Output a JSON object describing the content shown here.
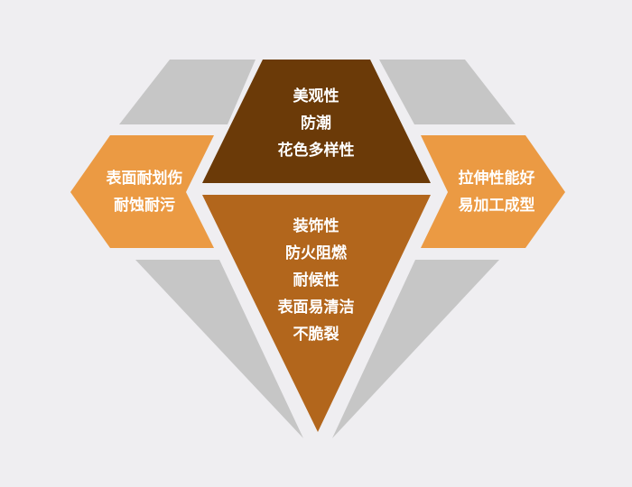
{
  "colors": {
    "background": "#efeef1",
    "gray_facet": "#c6c6c6",
    "top_center": "#6b3a08",
    "bottom_center": "#b2661c",
    "side_orange": "#eb9a43",
    "text": "#ffffff"
  },
  "diamond": {
    "top_center": {
      "lines": [
        "美观性",
        "防潮",
        "花色多样性"
      ]
    },
    "left_arrow": {
      "lines": [
        "表面耐划伤",
        "耐蚀耐污"
      ]
    },
    "right_arrow": {
      "lines": [
        "拉伸性能好",
        "易加工成型"
      ]
    },
    "bottom_center": {
      "lines": [
        "装饰性",
        "防火阻燃",
        "耐候性",
        "表面易清洁",
        "不脆裂"
      ]
    }
  }
}
